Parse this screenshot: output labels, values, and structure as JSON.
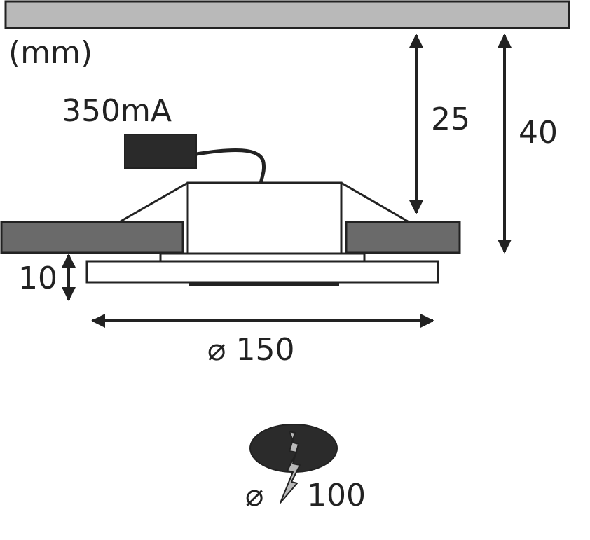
{
  "labels": {
    "unit": "(mm)",
    "current": "350mA",
    "depth_inner": "25",
    "depth_total": "40",
    "flange_height": "10",
    "outer_diameter": "⌀ 150",
    "cutout_symbol": "⌀",
    "cutout_value": "100"
  },
  "colors": {
    "ceiling": "#b9b9b9",
    "panel": "#6a6a6a",
    "driver": "#2a2a2a",
    "outline": "#222222",
    "cutout": "#2b2b2b",
    "cutout_bolt": "#b9b9b9"
  },
  "icons": {
    "cutout": "drill-hole-cutout-icon",
    "driver": "led-driver-icon"
  }
}
